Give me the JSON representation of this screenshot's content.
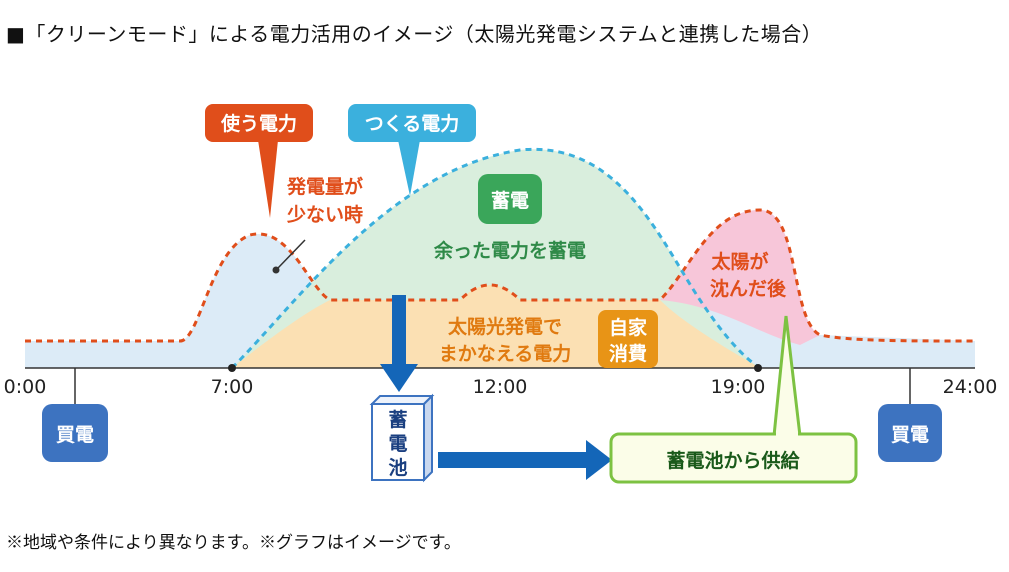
{
  "title": "■「クリーンモード」による電力活用のイメージ（太陽光発電システムと連携した場合）",
  "note": "※地域や条件により異なります。※グラフはイメージです。",
  "colors": {
    "consumption_line": "#e04e1b",
    "generation_line": "#3bb0dd",
    "base_fill": "#dcebf7",
    "generation_fill": "#d9eedd",
    "self_consumption_fill": "#fbe0b3",
    "evening_fill": "#f7c6d9",
    "buy_badge": "#3d73c0",
    "storage_green": "#3aa65a",
    "self_consume_badge": "#e89416",
    "arrow_blue": "#1466b8",
    "supply_green": "#7dc242"
  },
  "axis": {
    "ticks": [
      "0:00",
      "7:00",
      "12:00",
      "19:00",
      "24:00"
    ]
  },
  "labels": {
    "use_power": "使う電力",
    "make_power": "つくる電力",
    "low_generation_line1": "発電量が",
    "low_generation_line2": "少ない時",
    "storage_badge": "蓄電",
    "surplus_storage": "余った電力を蓄電",
    "solar_line1": "太陽光発電で",
    "solar_line2": "まかなえる電力",
    "self_consume_line1": "自家",
    "self_consume_line2": "消費",
    "after_sunset_line1": "太陽が",
    "after_sunset_line2": "沈んだ後",
    "battery": [
      "蓄",
      "電",
      "池"
    ],
    "supply_from_battery": "蓄電池から供給",
    "buy_power_left": "買電",
    "buy_power_right": "買電"
  }
}
